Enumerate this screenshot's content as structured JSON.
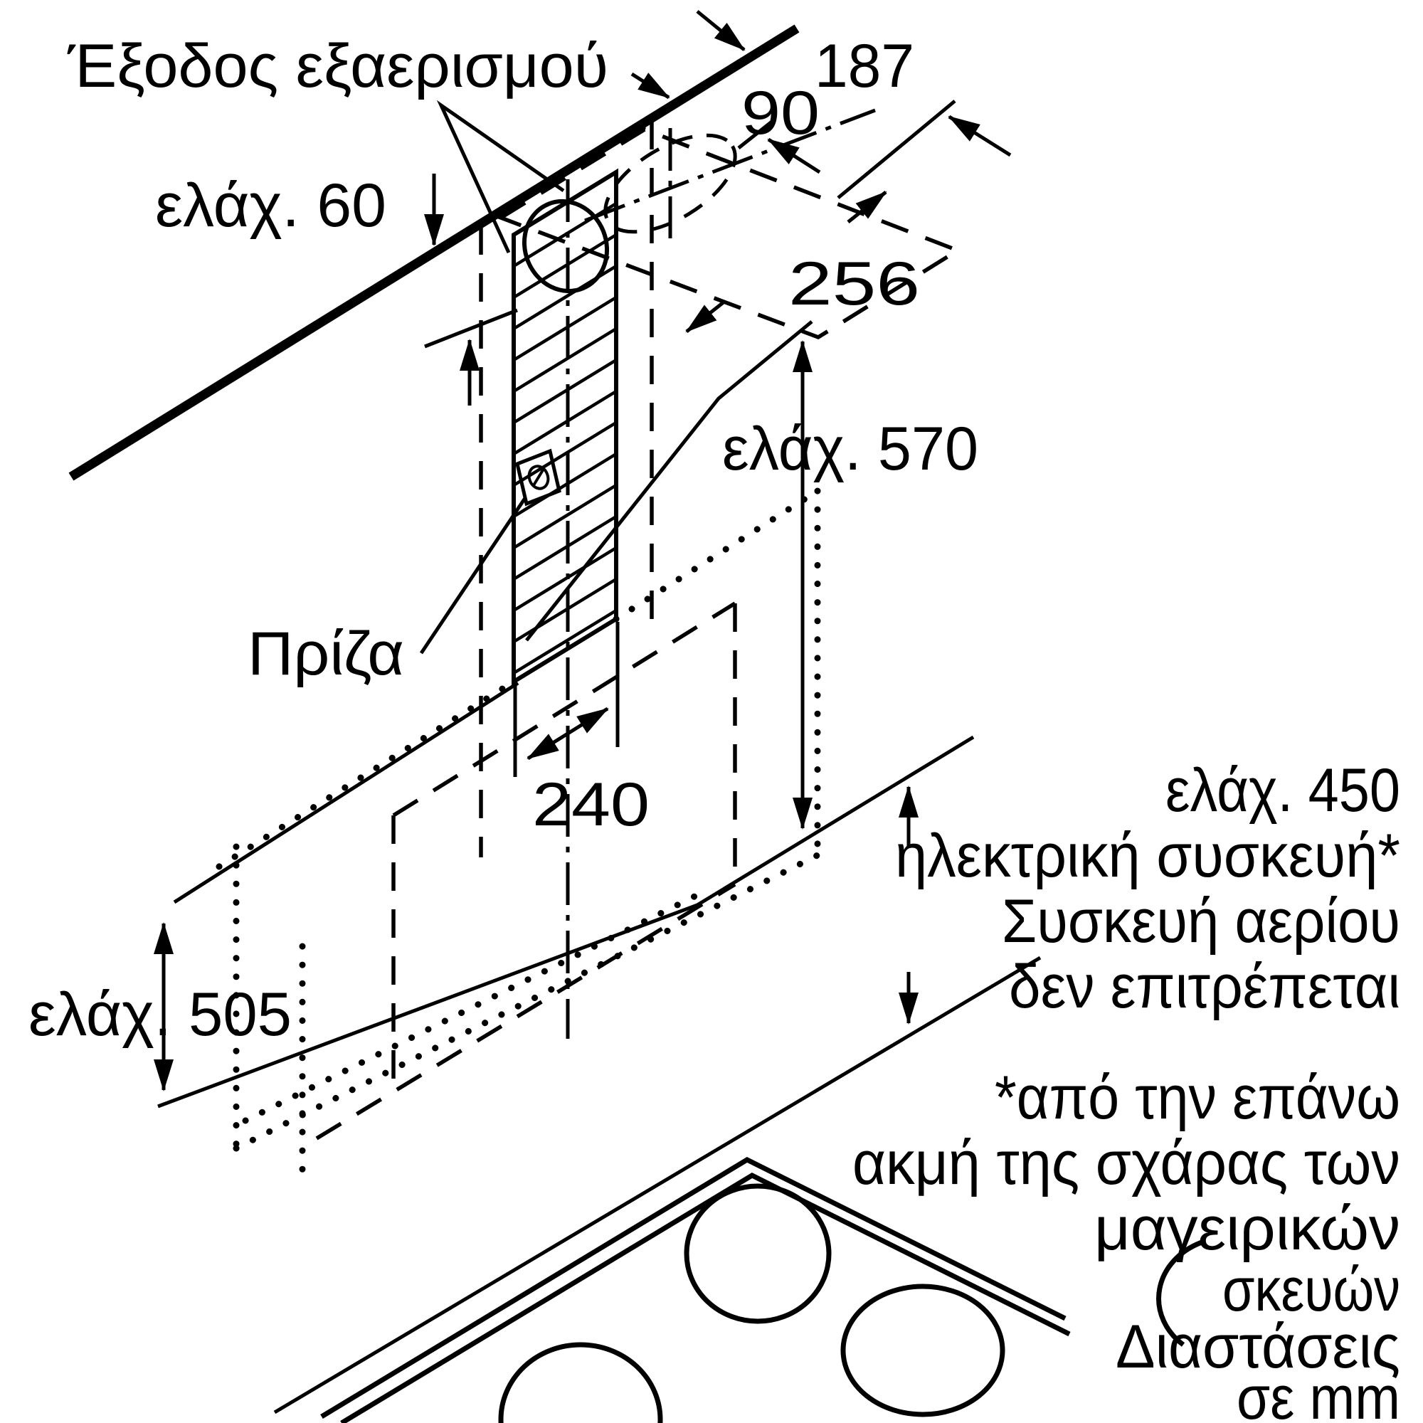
{
  "diagram": {
    "labels": {
      "vent_outlet": "Έξοδος εξαερισμού",
      "socket": "Πρίζα"
    },
    "dimensions": {
      "d187": "187",
      "d90": "90",
      "d256": "256",
      "d240": "240",
      "min60": "ελάχ. 60",
      "min570": "ελάχ. 570",
      "min505": "ελάχ. 505"
    },
    "clearance_note": {
      "l1": "ελάχ. 450",
      "l2": "ηλεκτρική συσκευή*",
      "l3": "Συσκευή αερίου",
      "l4": "δεν επιτρέπεται"
    },
    "footnote": {
      "l1": "*από την επάνω",
      "l2": "ακμή της σχάρας των",
      "l3": "μαγειρικών",
      "l4": "σκευών"
    },
    "units_note": {
      "l1": "Διαστάσεις",
      "l2": "σε mm"
    },
    "colors": {
      "line": "#000000",
      "background": "#ffffff"
    }
  }
}
